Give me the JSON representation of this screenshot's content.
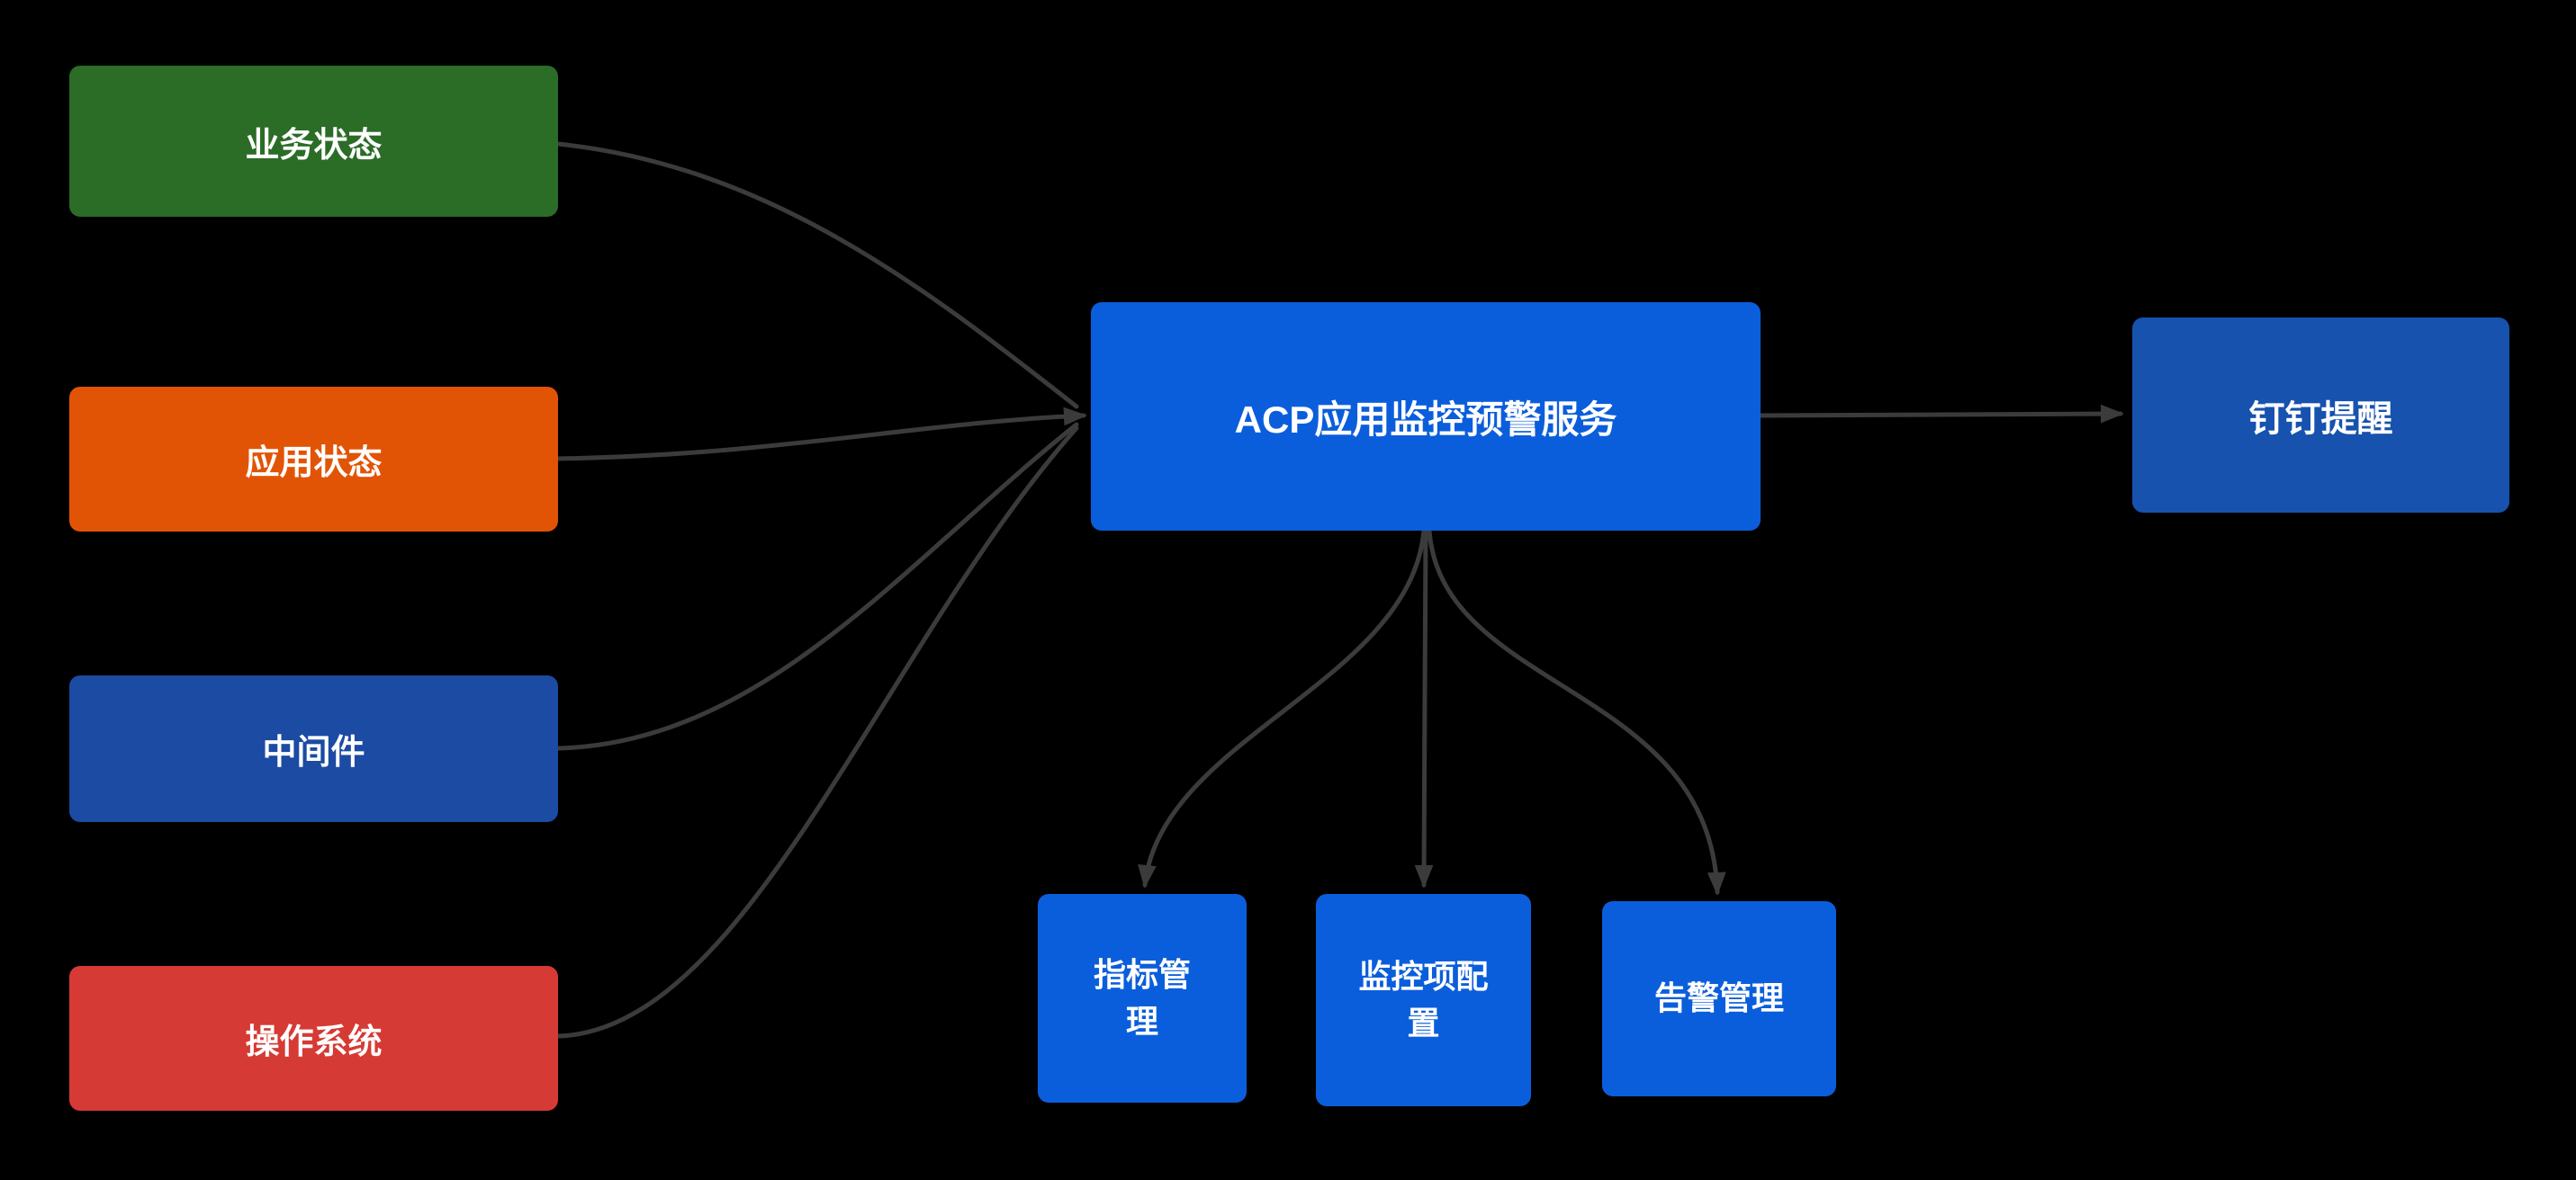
{
  "diagram": {
    "background": "#000000",
    "edge_color": "#3b3b3b",
    "text_color": "#ffffff",
    "nodes": {
      "business_status": {
        "label": "业务状态",
        "color": "#2b6c27"
      },
      "app_status": {
        "label": "应用状态",
        "color": "#e25405"
      },
      "middleware": {
        "label": "中间件",
        "color": "#1b4ba3"
      },
      "os": {
        "label": "操作系统",
        "color": "#d63a34"
      },
      "acp_service": {
        "label": "ACP应用监控预警服务",
        "color": "#0b5edb"
      },
      "dingtalk": {
        "label": "钉钉提醒",
        "color": "#1652ae"
      },
      "metric_management": {
        "label": "指标管理",
        "color": "#0b5edb"
      },
      "monitor_item_config": {
        "label": "监控项配置",
        "color": "#0b5edb"
      },
      "alert_management": {
        "label": "告警管理",
        "color": "#0b5edb"
      }
    }
  }
}
